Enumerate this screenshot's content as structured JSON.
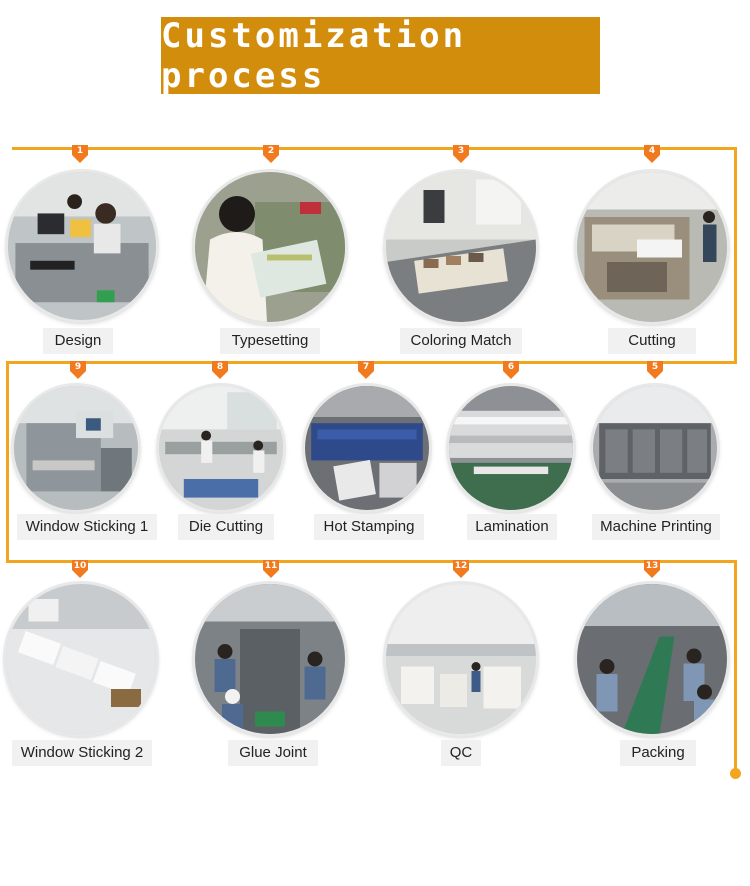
{
  "title": "Customization process",
  "colors": {
    "banner": "#d38d0d",
    "line": "#f2a51e",
    "marker": "#f27a1e"
  },
  "steps": [
    {
      "number": "1",
      "label": "Design"
    },
    {
      "number": "2",
      "label": "Typesetting"
    },
    {
      "number": "3",
      "label": "Coloring Match"
    },
    {
      "number": "4",
      "label": "Cutting"
    },
    {
      "number": "5",
      "label": "Machine Printing"
    },
    {
      "number": "6",
      "label": "Lamination"
    },
    {
      "number": "7",
      "label": "Hot Stamping"
    },
    {
      "number": "8",
      "label": "Die Cutting"
    },
    {
      "number": "9",
      "label": "Window Sticking 1"
    },
    {
      "number": "10",
      "label": "Window Sticking 2"
    },
    {
      "number": "11",
      "label": "Glue Joint"
    },
    {
      "number": "12",
      "label": "QC"
    },
    {
      "number": "13",
      "label": "Packing"
    }
  ]
}
